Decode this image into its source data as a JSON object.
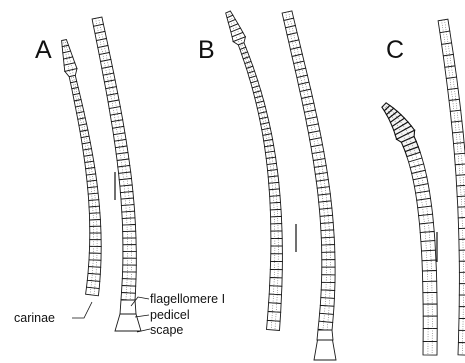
{
  "panels": [
    {
      "label": "A"
    },
    {
      "label": "B"
    },
    {
      "label": "C"
    }
  ],
  "annotations": {
    "carinae": "carinae",
    "flagellomere": "flagellomere I",
    "pedicel": "pedicel",
    "scape": "scape"
  }
}
